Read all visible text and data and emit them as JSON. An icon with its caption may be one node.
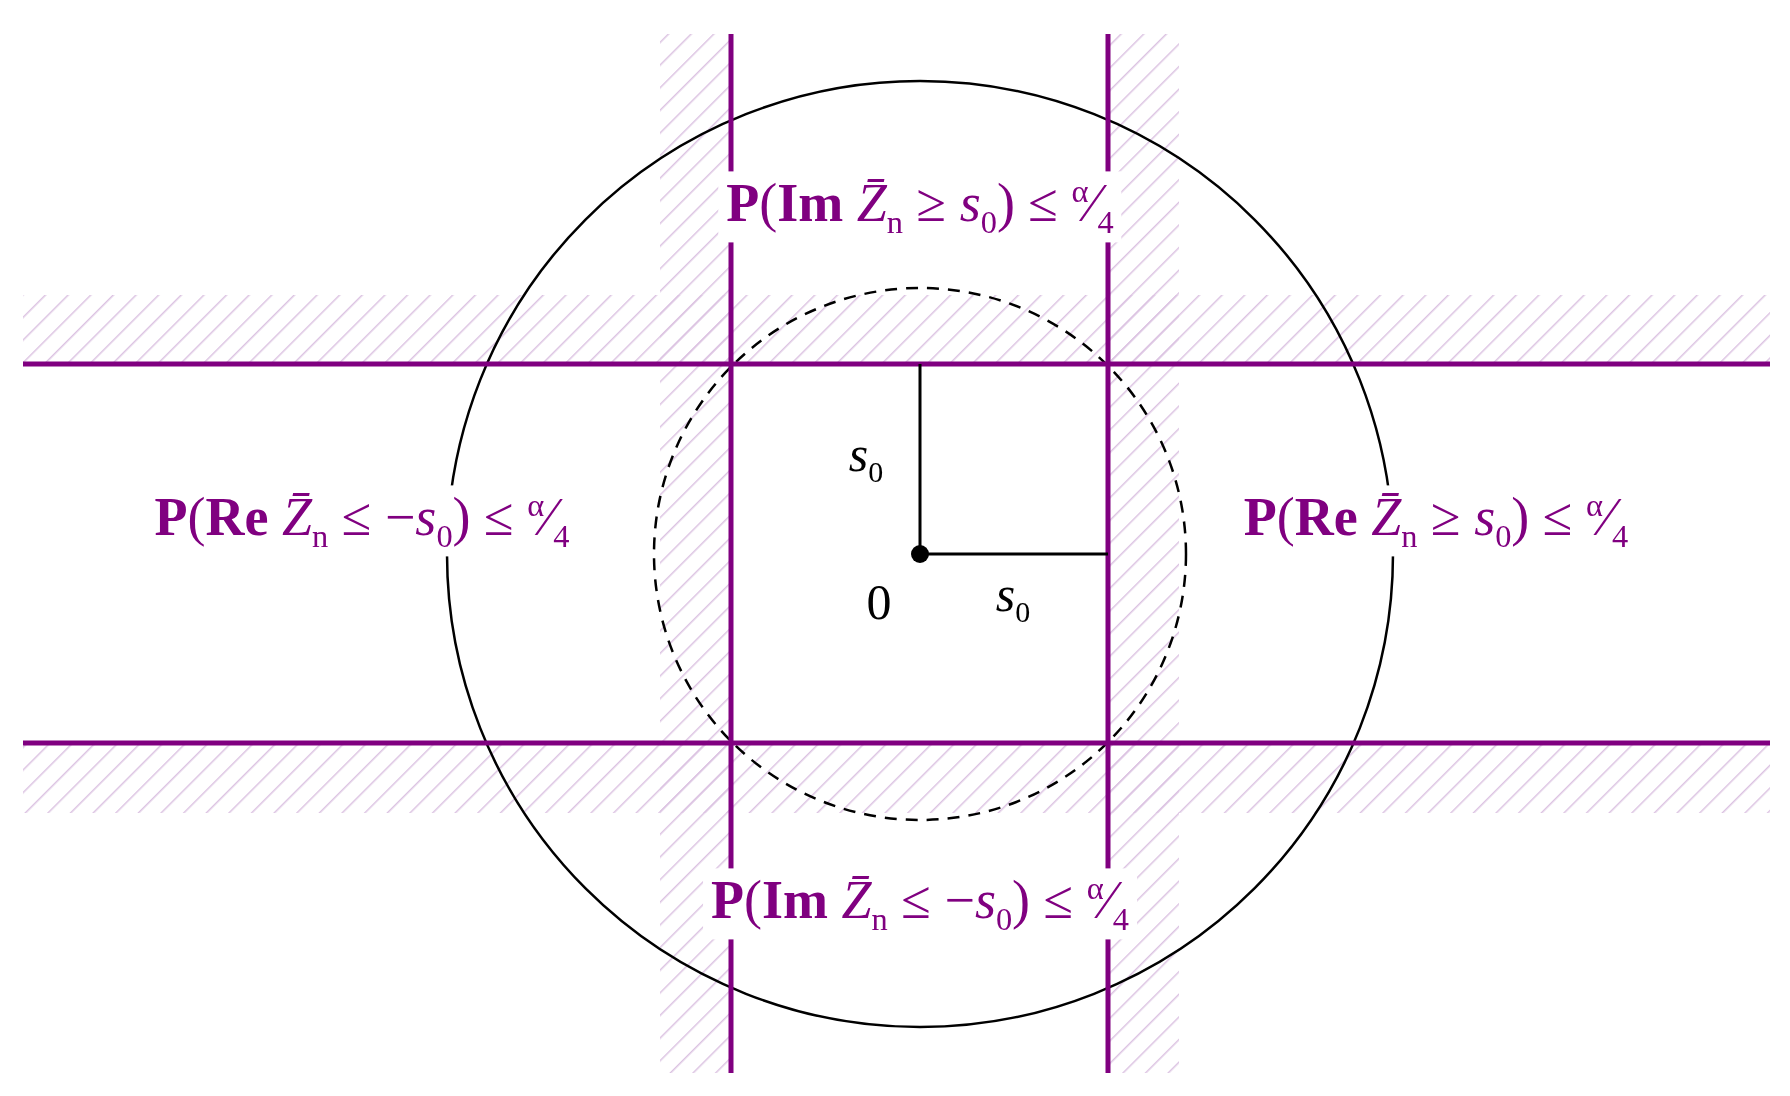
{
  "diagram": {
    "labels": [
      "**P**(**Im** *Z̄*$_{n}$ ≥ *s*$_{0}$) ≤ $^{α}$⁄$_{4}$",
      "*s*$_{0}$",
      "**P**(**Re** *Z̄*$_{n}$ ≤ −*s*$_{0}$) ≤ $^{α}$⁄$_{4}$",
      "**P**(**Re** *Z̄*$_{n}$ ≥ *s*$_{0}$) ≤ $^{α}$⁄$_{4}$",
      "0",
      "*s*$_{0}$",
      "**P**(**Im** *Z̄*$_{n}$ ≤ −*s*$_{0}$) ≤ $^{α}$⁄$_{4}$"
    ]
  }
}
